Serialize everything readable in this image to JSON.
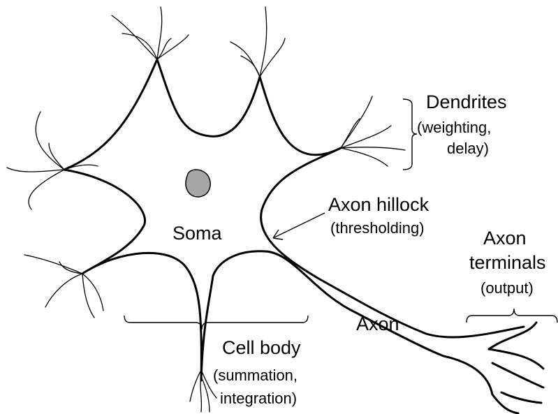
{
  "labels": {
    "dendrites": "Dendrites",
    "dendrites_sub1": "(weighting,",
    "dendrites_sub2": "delay)",
    "axon_hillock": "Axon hillock",
    "axon_hillock_sub": "(thresholding)",
    "soma": "Soma",
    "axon_terminals_1": "Axon",
    "axon_terminals_2": "terminals",
    "axon_terminals_sub": "(output)",
    "axon": "Axon",
    "cell_body": "Cell body",
    "cell_body_sub1": "(summation,",
    "cell_body_sub2": "integration)"
  },
  "colors": {
    "line": "#000000",
    "nucleus_fill": "#a6a6a6",
    "background": "#ffffff"
  }
}
